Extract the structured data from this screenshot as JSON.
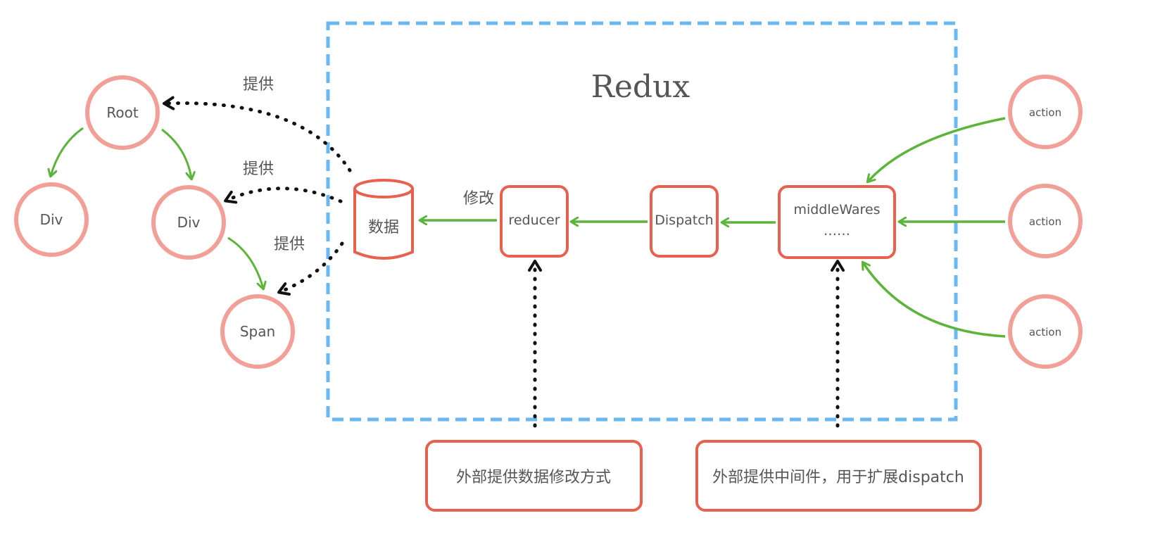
{
  "title": "Redux",
  "colors": {
    "node_stroke": "#f2a097",
    "box_stroke": "#e8614f",
    "container_border": "#6ab8f2",
    "flow_arrow": "#5cb43a",
    "provide_arrow": "#111111",
    "text": "#555555"
  },
  "tree": {
    "root": "Root",
    "div_left": "Div",
    "div_right": "Div",
    "span": "Span"
  },
  "store": {
    "data": "数据",
    "reducer": "reducer",
    "dispatch": "Dispatch",
    "middlewares": "middleWares",
    "middlewares_more": "……"
  },
  "actions": [
    "action",
    "action",
    "action"
  ],
  "labels": {
    "provide_1": "提供",
    "provide_2": "提供",
    "provide_3": "提供",
    "modify": "修改"
  },
  "notes": {
    "reducer_note": "外部提供数据修改方式",
    "middleware_note": "外部提供中间件，用于扩展dispatch"
  }
}
